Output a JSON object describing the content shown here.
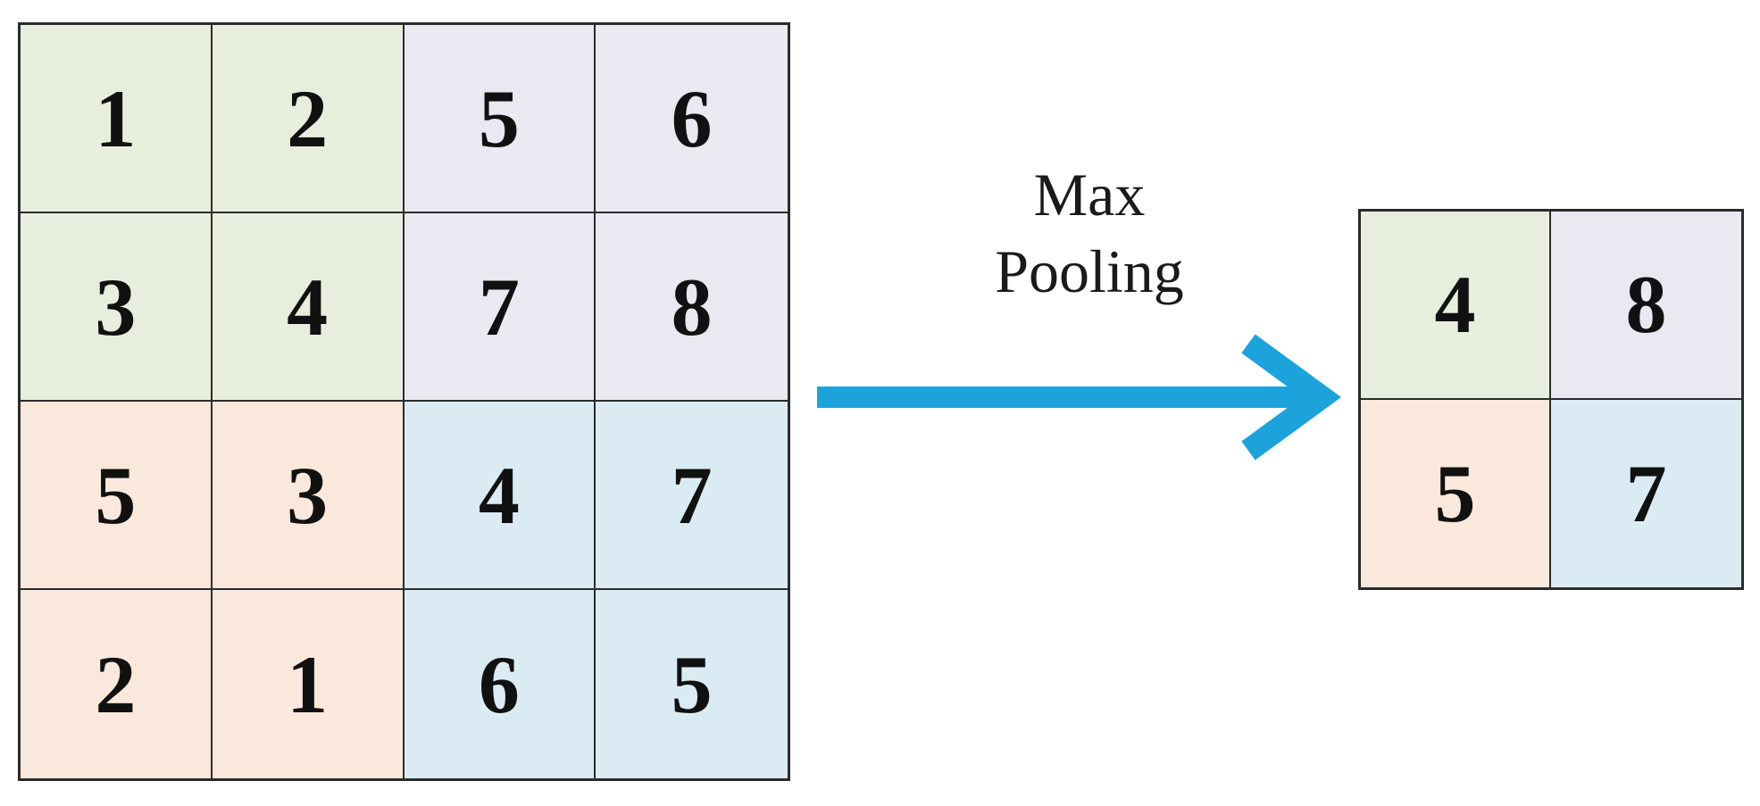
{
  "input_grid": {
    "cells": [
      [
        "1",
        "2",
        "5",
        "6"
      ],
      [
        "3",
        "4",
        "7",
        "8"
      ],
      [
        "5",
        "3",
        "4",
        "7"
      ],
      [
        "2",
        "1",
        "6",
        "5"
      ]
    ]
  },
  "operation": {
    "line1": "Max",
    "line2": "Pooling"
  },
  "output_grid": {
    "cells": [
      [
        "4",
        "8"
      ],
      [
        "5",
        "7"
      ]
    ]
  },
  "colors": {
    "top_left_quadrant": "#e8eedd",
    "top_right_quadrant": "#ebe8f1",
    "bottom_left_quadrant": "#fbe8dc",
    "bottom_right_quadrant": "#dbebf3",
    "arrow": "#1ca3dc",
    "grid_lines": "#2b2b2b"
  }
}
